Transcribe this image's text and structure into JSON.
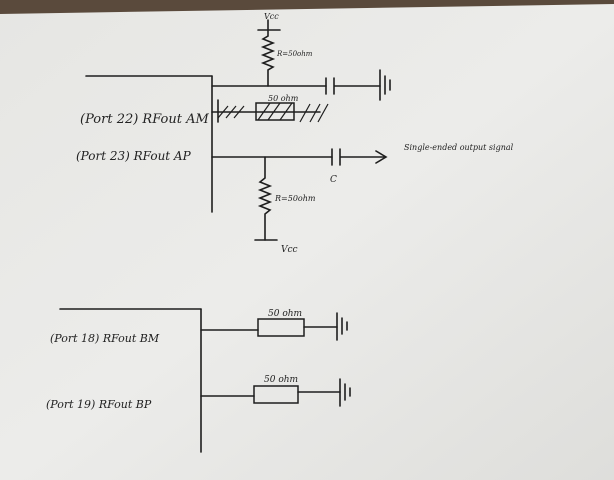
{
  "diagram": {
    "top_circuit": {
      "vcc_top": "Vcc",
      "pullup_resistor": "R=50ohm",
      "port22_label": "(Port 22) RFout AM",
      "shunt_resistor": "50 ohm",
      "port23_label": "(Port 23) RFout AP",
      "output_label": "Single-ended output signal",
      "capacitor_label": "C",
      "pulldown_resistor": "R=50ohm",
      "vcc_bottom": "Vcc"
    },
    "bottom_circuit": {
      "port18_label": "(Port 18) RFout BM",
      "port18_resistor": "50 ohm",
      "port19_label": "(Port 19) RFout BP",
      "port19_resistor": "50 ohm"
    }
  },
  "colors": {
    "paper": "#e9e9e6",
    "ink": "#1e1e1e",
    "background": "#5a4a3c"
  }
}
